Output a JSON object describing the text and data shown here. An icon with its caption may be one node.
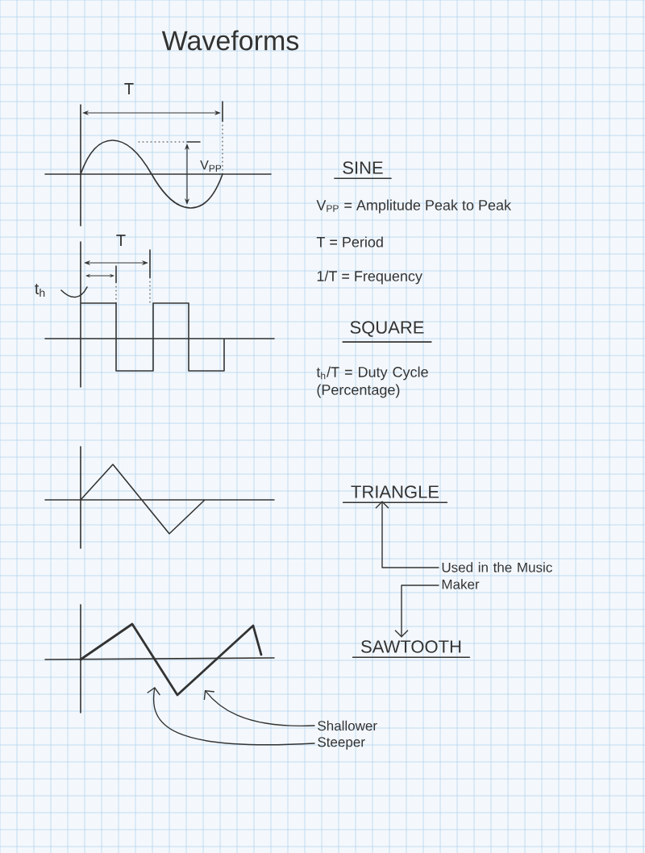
{
  "diagram": {
    "nodes": [
      {
        "text": [
          "SINE"
        ]
      },
      {
        "text": [
          "TRIANGLE"
        ]
      },
      {
        "text": [
          "Used in the Music Maker"
        ]
      },
      {
        "text": [
          "SAWTOOTH"
        ]
      },
      {
        "text": [
          "Shallower"
        ]
      },
      {
        "text": [
          "Steeper"
        ]
      }
    ],
    "edges": [
      {
        "from": 2,
        "to": 1,
        "arrow": "to"
      },
      {
        "from": 2,
        "to": 3,
        "arrow": "to"
      },
      {
        "from": 4,
        "to": null,
        "arrow": "to"
      },
      {
        "from": 5,
        "to": null,
        "arrow": "to"
      }
    ],
    "labels": [
      "Waveforms",
      "T",
      "V$_{PP}$",
      "V$_{PP}$ = Amplitude Peak to Peak",
      "T",
      "t$_{h}$",
      "T = Period",
      "1/T = Frequency",
      "SQUARE",
      "t$_{h}$/T = Duty Cycle (Percentage)"
    ]
  }
}
